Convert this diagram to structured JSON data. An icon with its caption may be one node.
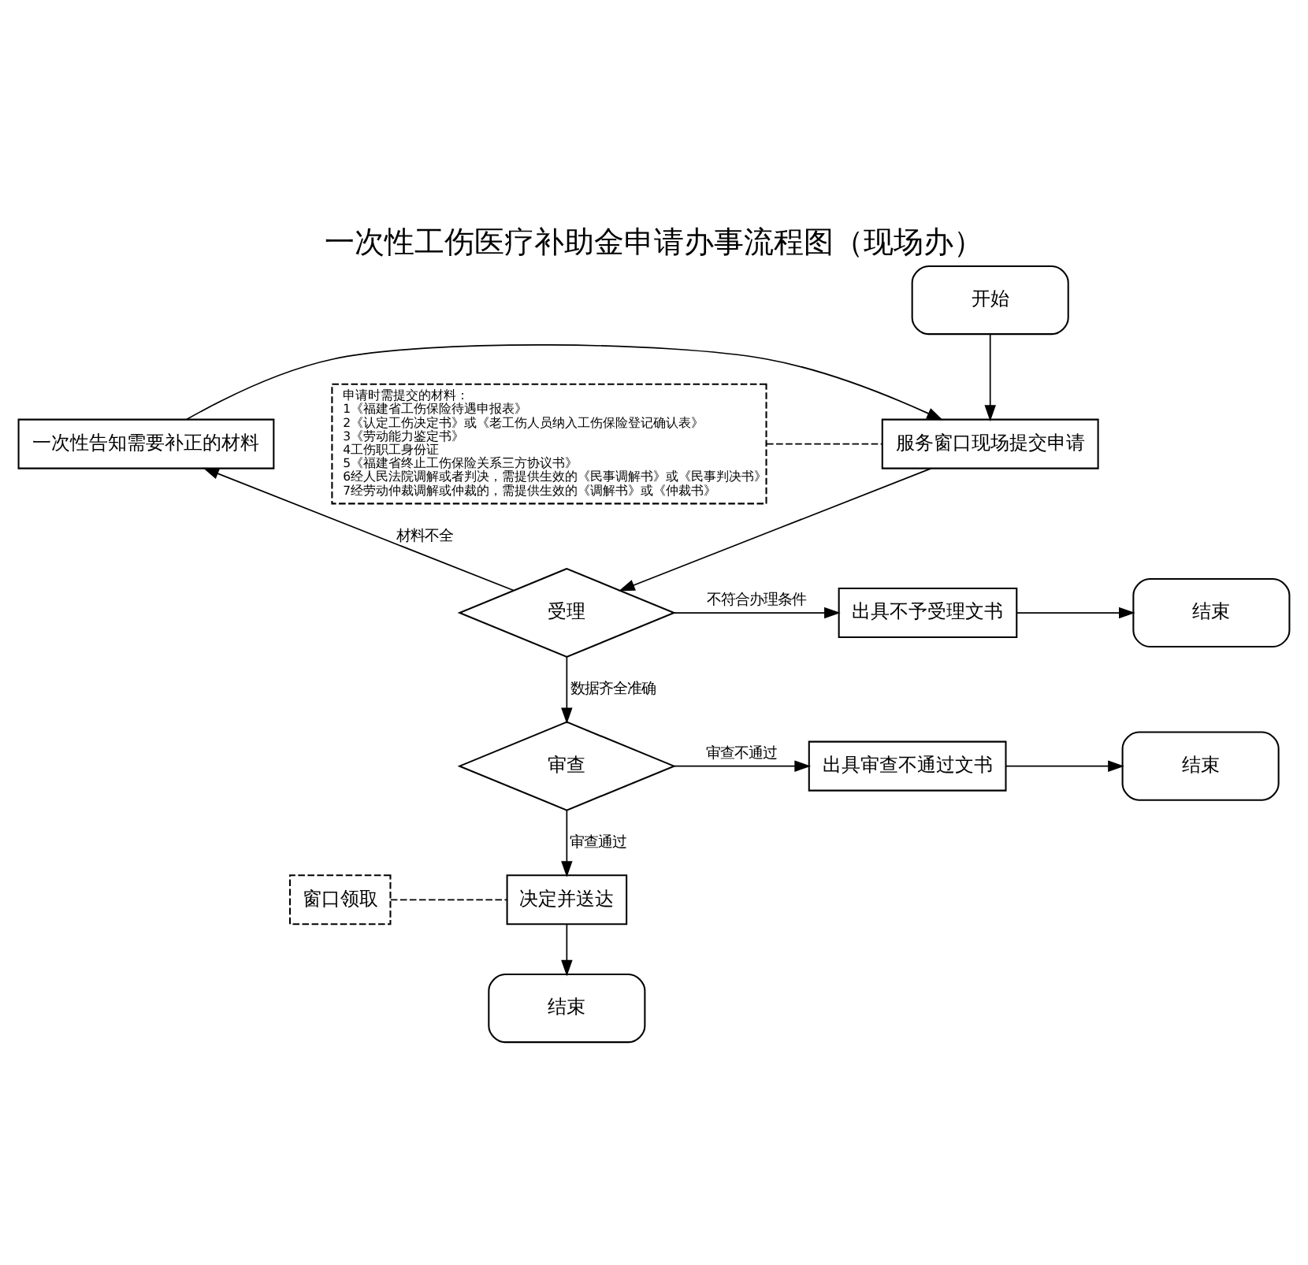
{
  "diagram": {
    "title": "一次性工伤医疗补助金申请办事流程图（现场办）",
    "nodes": [
      {
        "text": [
          "开始"
        ]
      },
      {
        "text": [
          "服务窗口现场提交申请"
        ]
      },
      {
        "text": [
          "申请时需提交的材料：",
          "1《福建省工伤保险待遇申报表》",
          "2《认定工伤决定书》或《老工伤人员纳入工伤保险登记确认表》",
          "3《劳动能力鉴定书》",
          "4工伤职工身份证",
          "5《福建省终止工伤保险关系三方协议书》",
          "6经人民法院调解或者判决，需提供生效的《民事调解书》或《民事判决书》",
          "7经劳动仲裁调解或仲裁的，需提供生效的《调解书》或《仲裁书》"
        ]
      },
      {
        "text": [
          "一次性告知需要补正的材料"
        ]
      },
      {
        "text": [
          "受理"
        ]
      },
      {
        "text": [
          "出具不予受理文书"
        ]
      },
      {
        "text": [
          "结束"
        ]
      },
      {
        "text": [
          "审查"
        ]
      },
      {
        "text": [
          "出具审查不通过文书"
        ]
      },
      {
        "text": [
          "结束"
        ]
      },
      {
        "text": [
          "窗口领取"
        ]
      },
      {
        "text": [
          "决定并送达"
        ]
      },
      {
        "text": [
          "结束"
        ]
      }
    ],
    "edges": [
      {
        "from": 0,
        "to": 1,
        "arrow": "to"
      },
      {
        "from": 2,
        "to": 1,
        "arrow": "none",
        "style": "dashed"
      },
      {
        "from": 1,
        "to": 4,
        "arrow": "to"
      },
      {
        "from": 4,
        "to": 3,
        "arrow": "to",
        "label": "材料不全"
      },
      {
        "from": 3,
        "to": 1,
        "arrow": "to"
      },
      {
        "from": 4,
        "to": 5,
        "arrow": "to",
        "label": "不符合办理条件"
      },
      {
        "from": 5,
        "to": 6,
        "arrow": "to"
      },
      {
        "from": 4,
        "to": 7,
        "arrow": "to",
        "label": "数据齐全准确"
      },
      {
        "from": 7,
        "to": 8,
        "arrow": "to",
        "label": "审查不通过"
      },
      {
        "from": 8,
        "to": 9,
        "arrow": "to"
      },
      {
        "from": 7,
        "to": 11,
        "arrow": "to",
        "label": "审查通过"
      },
      {
        "from": 10,
        "to": 11,
        "arrow": "none",
        "style": "dashed"
      },
      {
        "from": 11,
        "to": 12,
        "arrow": "to"
      }
    ]
  }
}
